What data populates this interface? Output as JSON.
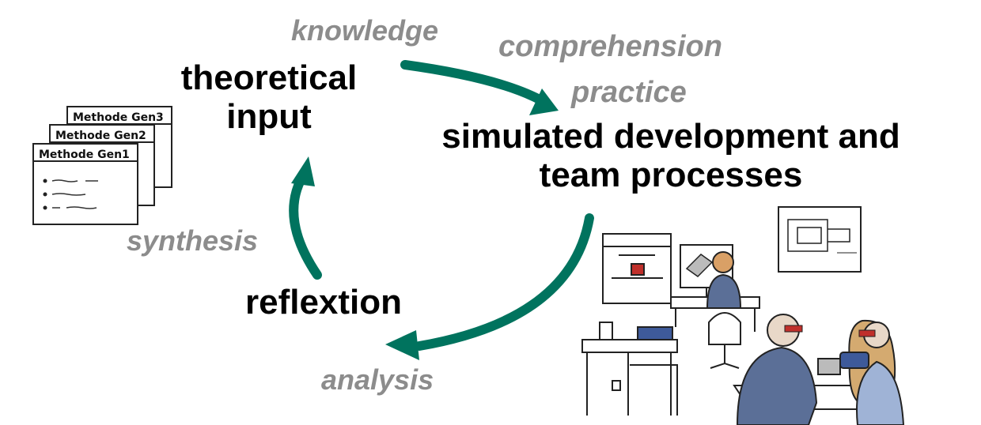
{
  "nodes": {
    "theoretical_input": "theoretical\ninput",
    "simulated_development": "simulated development and\nteam processes",
    "reflextion": "reflextion"
  },
  "process_terms": {
    "knowledge": "knowledge",
    "comprehension": "comprehension",
    "practice": "practice",
    "analysis": "analysis",
    "synthesis": "synthesis"
  },
  "method_sheets": [
    "Methode Gen1",
    "Methode Gen2",
    "Methode Gen3"
  ],
  "colors": {
    "arrow": "#00735e",
    "term_text": "#8c8c8c",
    "node_text": "#000000",
    "shirt_blue": "#5b6f97",
    "tool_blue": "#3e5a9a",
    "goggles_red": "#c0302b"
  },
  "icons": {
    "method_sheets": "stacked-document-icon",
    "workshop": "engineering-workshop-illustration"
  }
}
